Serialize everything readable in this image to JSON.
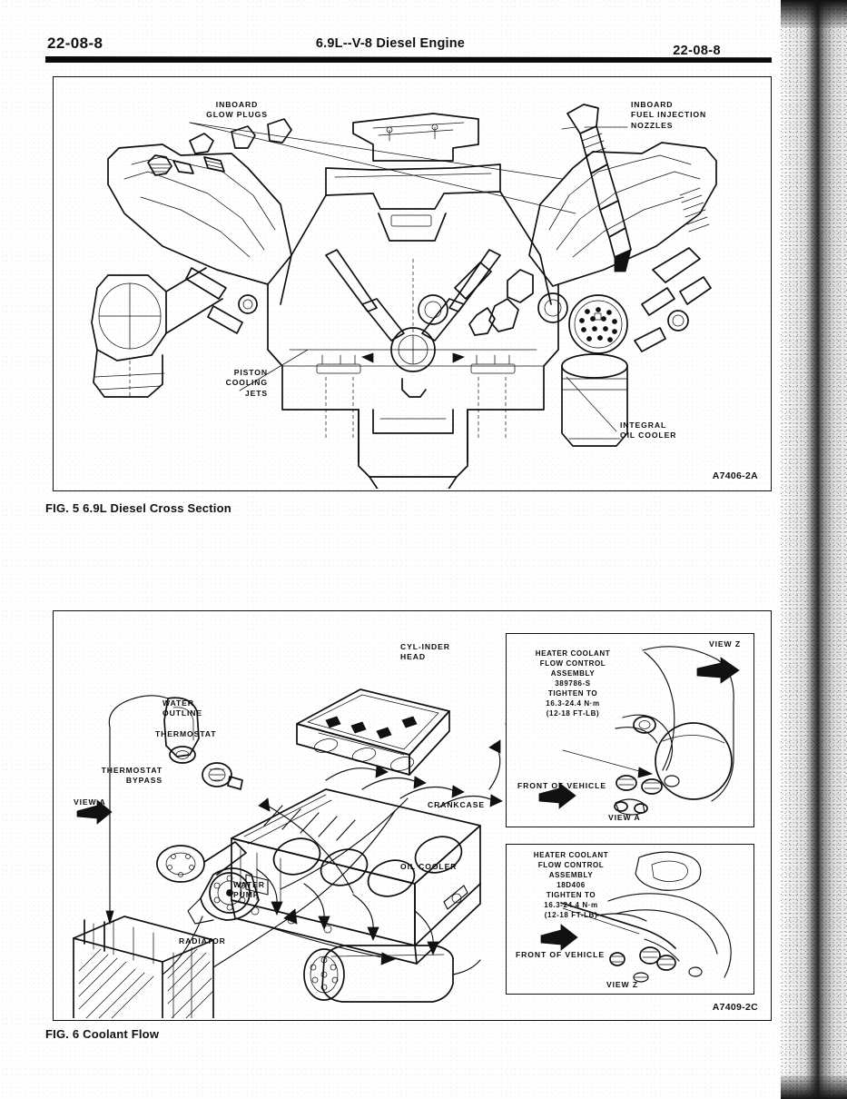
{
  "header": {
    "left_code": "22-08-8",
    "title": "6.9L--V-8 Diesel Engine",
    "right_code": "22-08-8"
  },
  "figure5": {
    "caption": "FIG. 5  6.9L Diesel Cross Section",
    "code": "A7406-2A",
    "labels": {
      "glow_plugs": "INBOARD\nGLOW PLUGS",
      "fuel_injection_nozzles": "INBOARD\nFUEL INJECTION\nNOZZLES",
      "piston_cooling_jets": "PISTON\nCOOLING\nJETS",
      "integral_oil_cooler": "INTEGRAL\nOIL COOLER"
    }
  },
  "figure6": {
    "caption": "FIG. 6  Coolant Flow",
    "code": "A7409-2C",
    "labels": {
      "cylinder_head": "CYL-INDER\nHEAD",
      "water_outline": "WATER\nOUTLINE",
      "thermostat": "THERMOSTAT",
      "thermostat_bypass": "THERMOSTAT\nBYPASS",
      "view_a": "VIEW A",
      "water_pump": "WATER\nPUMP",
      "radiator": "RADIATOR",
      "crankcase": "CRANKCASE",
      "oil_cooler": "OIL COOLER"
    },
    "inset_top": {
      "note": "HEATER COOLANT\nFLOW CONTROL\nASSEMBLY\n389786-S\nTIGHTEN TO\n16.3-24.4 N·m\n(12-18 FT-LB)",
      "view_label_top": "VIEW Z",
      "front_of_vehicle": "FRONT OF VEHICLE",
      "view_label_bottom": "VIEW A"
    },
    "inset_bottom": {
      "note": "HEATER COOLANT\nFLOW CONTROL\nASSEMBLY\n18D406\nTIGHTEN TO\n16.3-24.4 N·m\n(12-18 FT-LB)",
      "front_of_vehicle": "FRONT OF VEHICLE",
      "view_label_bottom": "VIEW Z"
    }
  },
  "colors": {
    "ink": "#111111",
    "paper": "#fefefe"
  }
}
